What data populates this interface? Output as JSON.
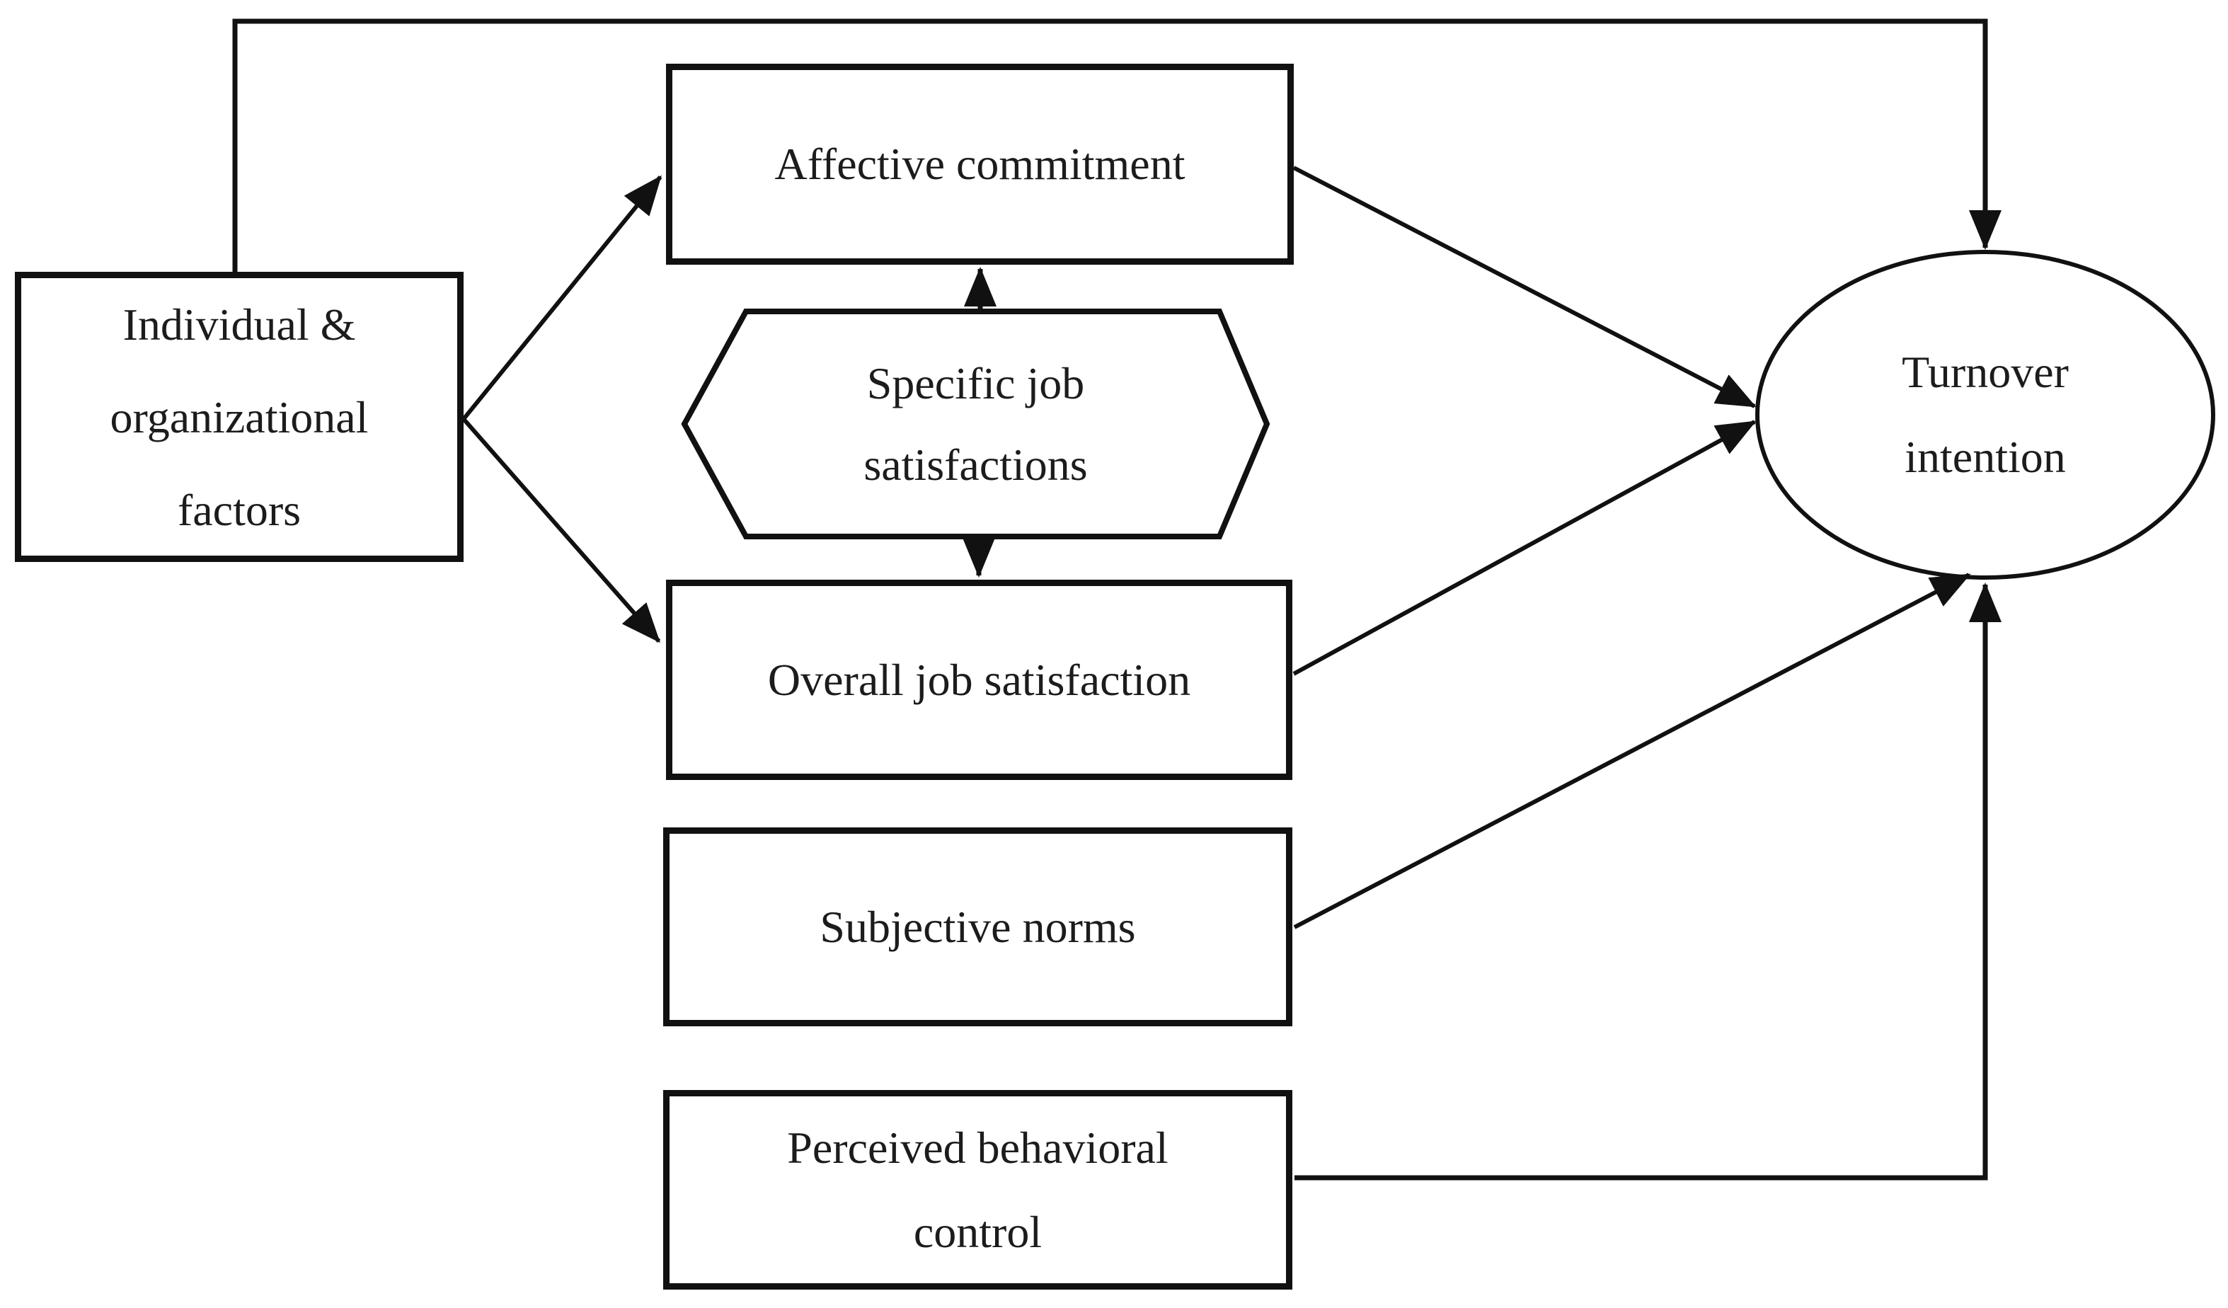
{
  "diagram": {
    "background_color": "#ffffff",
    "ink_color": "#111111",
    "text_color": "#1c1c1c",
    "nodes": {
      "individual": {
        "shape": "rectangle",
        "label": "Individual & organizational factors",
        "lines": [
          "Individual &",
          "organizational",
          "factors"
        ]
      },
      "affective": {
        "shape": "rectangle",
        "label": "Affective commitment",
        "lines": [
          "Affective commitment"
        ]
      },
      "specific": {
        "shape": "hexagon",
        "label": "Specific job satisfactions",
        "lines": [
          "Specific job",
          "satisfactions"
        ]
      },
      "overall": {
        "shape": "rectangle",
        "label": "Overall job satisfaction",
        "lines": [
          "Overall job satisfaction"
        ]
      },
      "subjective": {
        "shape": "rectangle",
        "label": "Subjective norms",
        "lines": [
          "Subjective norms"
        ]
      },
      "perceived": {
        "shape": "rectangle",
        "label": "Perceived behavioral control",
        "lines": [
          "Perceived behavioral",
          "control"
        ]
      },
      "turnover": {
        "shape": "ellipse",
        "label": "Turnover intention",
        "lines": [
          "Turnover",
          "intention"
        ]
      }
    },
    "edges": [
      {
        "from": "individual",
        "to": "turnover",
        "style": "orthogonal-top",
        "arrow": "end"
      },
      {
        "from": "individual",
        "to": "affective",
        "style": "diagonal",
        "arrow": "end"
      },
      {
        "from": "individual",
        "to": "overall",
        "style": "diagonal",
        "arrow": "end"
      },
      {
        "from": "specific",
        "to": "affective",
        "style": "straight-up",
        "arrow": "end"
      },
      {
        "from": "specific",
        "to": "overall",
        "style": "straight-down",
        "arrow": "end"
      },
      {
        "from": "affective",
        "to": "turnover",
        "style": "diagonal",
        "arrow": "end"
      },
      {
        "from": "overall",
        "to": "turnover",
        "style": "diagonal",
        "arrow": "end"
      },
      {
        "from": "subjective",
        "to": "turnover",
        "style": "diagonal",
        "arrow": "end"
      },
      {
        "from": "perceived",
        "to": "turnover",
        "style": "orthogonal-bottom",
        "arrow": "end"
      }
    ]
  }
}
